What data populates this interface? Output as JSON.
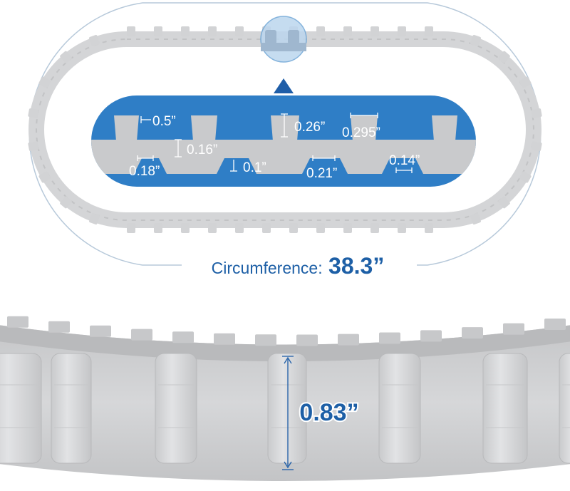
{
  "dimensions": {
    "tooth_width": "0.5”",
    "tooth_height": "0.26”",
    "tooth_top_width": "0.295”",
    "belt_thickness": "0.16”",
    "inner_gap": "0.18”",
    "inner_tooth_height": "0.1”",
    "inner_tooth_width": "0.21”",
    "inner_notch": "0.14”",
    "belt_height": "0.83”"
  },
  "circumference": {
    "label": "Circumference:",
    "value": "38.3”"
  },
  "colors": {
    "accent_blue": "#2f7ec6",
    "text_blue": "#1d5fa6",
    "belt_gray": "#d4d5d7",
    "belt_dark": "#bfc0c2",
    "frame_line": "#b7c9da"
  }
}
